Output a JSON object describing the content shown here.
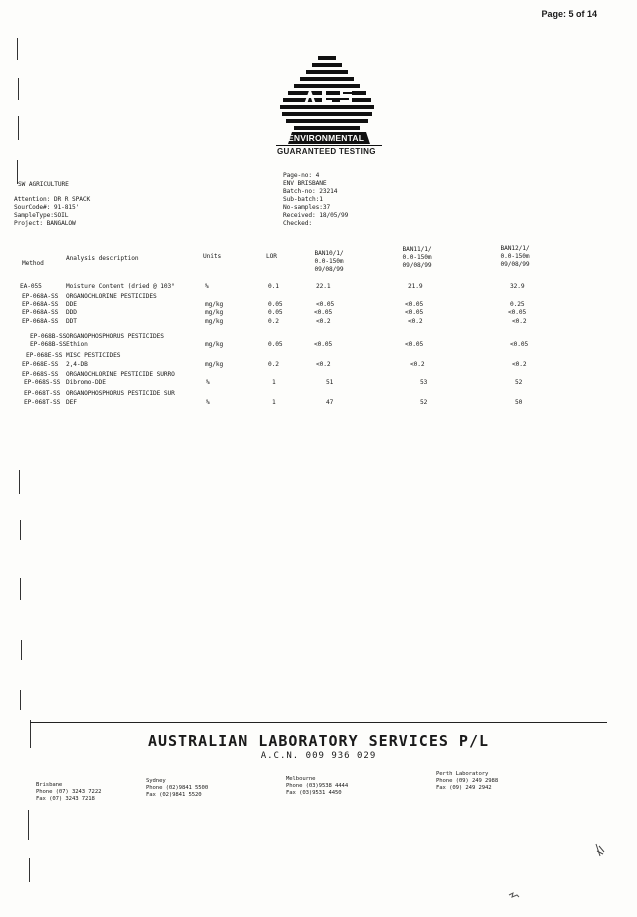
{
  "page": {
    "label": "Page: 5 of 14"
  },
  "logo": {
    "line1": "ENVIRONMENTAL",
    "line2": "GUARANTEED TESTING"
  },
  "client": "SW AGRICULTURE",
  "meta_left": [
    "Attention: DR R SPACK",
    "SourCode#: 91-815'",
    "SampleType:SOIL",
    "Project:  BANGALOW"
  ],
  "meta_right": [
    "Page-no:  4",
    "ENV BRISBANE",
    "Batch-no: 23214",
    "Sub-batch:1",
    "No-samples:37",
    "Received: 18/05/99",
    "Checked:"
  ],
  "table": {
    "headers": {
      "method": "Method",
      "desc": "Analysis description",
      "units": "Units",
      "lor": "LOR",
      "s1": [
        "BAN10/1/",
        "0.0-150m",
        "09/08/99"
      ],
      "s2": [
        "BAN11/1/",
        "0.0-150m",
        "09/08/99"
      ],
      "s3": [
        "BAN12/1/",
        "0.0-150m",
        "09/08/99"
      ]
    },
    "rows": [
      {
        "method": "EA-055",
        "desc": "Moisture Content (dried @ 103°",
        "units": "%",
        "lor": "0.1",
        "v1": "22.1",
        "v2": "21.9",
        "v3": "32.9"
      },
      {
        "method": "EP-068A-SS",
        "desc": "ORGANOCHLORINE PESTICIDES",
        "units": "",
        "lor": "",
        "v1": "",
        "v2": "",
        "v3": ""
      },
      {
        "method": "EP-068A-SS",
        "desc": "DDE",
        "units": "mg/kg",
        "lor": "0.05",
        "v1": "<0.05",
        "v2": "<0.05",
        "v3": "0.25"
      },
      {
        "method": "EP-068A-SS",
        "desc": "DDD",
        "units": "mg/kg",
        "lor": "0.05",
        "v1": "<0.05",
        "v2": "<0.05",
        "v3": "<0.05"
      },
      {
        "method": "EP-068A-SS",
        "desc": "DDT",
        "units": "mg/kg",
        "lor": "0.2",
        "v1": "<0.2",
        "v2": "<0.2",
        "v3": "<0.2"
      },
      {
        "method": "EP-068B-SS",
        "desc": "ORGANOPHOSPHORUS PESTICIDES",
        "units": "",
        "lor": "",
        "v1": "",
        "v2": "",
        "v3": ""
      },
      {
        "method": "EP-068B-SS",
        "desc": "Ethion",
        "units": "mg/kg",
        "lor": "0.05",
        "v1": "<0.05",
        "v2": "<0.05",
        "v3": "<0.05"
      },
      {
        "method": "EP-068E-SS",
        "desc": "MISC PESTICIDES",
        "units": "",
        "lor": "",
        "v1": "",
        "v2": "",
        "v3": ""
      },
      {
        "method": "EP-068E-SS",
        "desc": "2,4-DB",
        "units": "mg/kg",
        "lor": "0.2",
        "v1": "<0.2",
        "v2": "<0.2",
        "v3": "<0.2"
      },
      {
        "method": "EP-068S-SS",
        "desc": "ORGANOCHLORINE PESTICIDE SURRO",
        "units": "",
        "lor": "",
        "v1": "",
        "v2": "",
        "v3": ""
      },
      {
        "method": "EP-068S-SS",
        "desc": "Dibromo-DDE",
        "units": "%",
        "lor": "1",
        "v1": "51",
        "v2": "53",
        "v3": "52"
      },
      {
        "method": "EP-068T-SS",
        "desc": "ORGANOPHOSPHORUS PESTICIDE SUR",
        "units": "",
        "lor": "",
        "v1": "",
        "v2": "",
        "v3": ""
      },
      {
        "method": "EP-068T-SS",
        "desc": "DEF",
        "units": "%",
        "lor": "1",
        "v1": "47",
        "v2": "52",
        "v3": "50"
      }
    ]
  },
  "footer": {
    "company": "AUSTRALIAN LABORATORY SERVICES P/L",
    "acn": "A.C.N. 009 936 029",
    "offices": [
      {
        "city": "Brisbane",
        "phone": "Phone (07) 3243 7222",
        "fax": "Fax   (07) 3243 7218"
      },
      {
        "city": "Sydney",
        "phone": "Phone (02)9841 5500",
        "fax": "Fax   (02)9841 5520"
      },
      {
        "city": "Melbourne",
        "phone": "Phone (03)9538 4444",
        "fax": "Fax   (03)9531 4450"
      },
      {
        "city": "Perth Laboratory",
        "phone": "Phone (09) 249 2988",
        "fax": "Fax   (09) 249 2942"
      }
    ]
  }
}
